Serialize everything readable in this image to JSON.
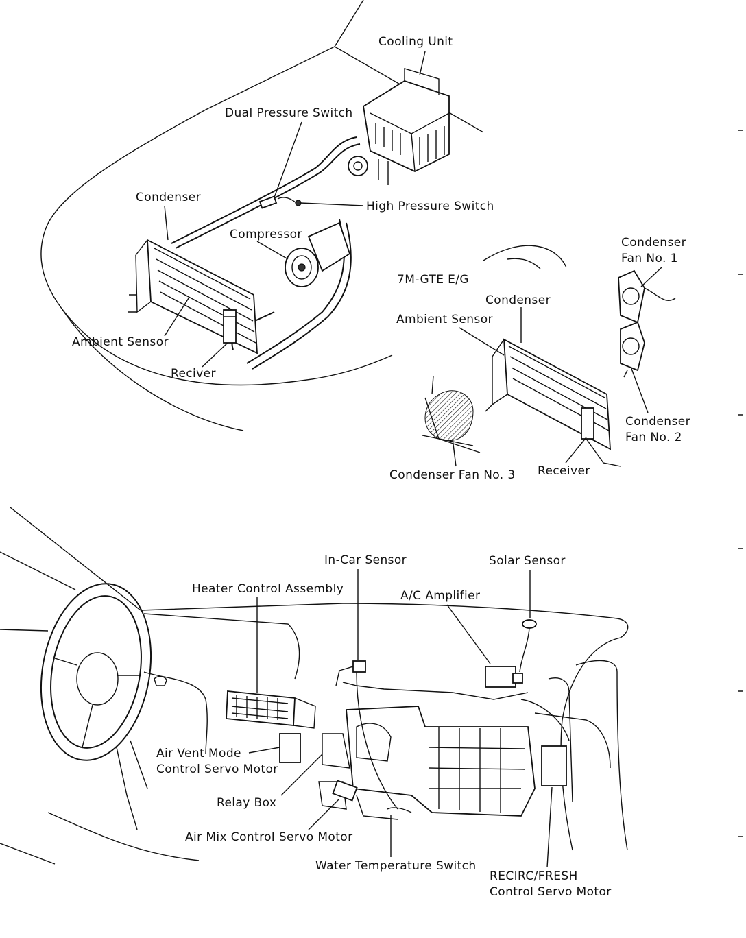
{
  "labels": {
    "cooling_unit": "Cooling Unit",
    "dual_pressure_switch": "Dual Pressure Switch",
    "high_pressure_switch": "High Pressure Switch",
    "condenser_main": "Condenser",
    "compressor": "Compressor",
    "ambient_sensor_main": "Ambient Sensor",
    "reciver": "Reciver",
    "engine_variant": "7M-GTE E/G",
    "condenser_variant": "Condenser",
    "ambient_sensor_variant": "Ambient Sensor",
    "condenser_fan_1_line1": "Condenser",
    "condenser_fan_1_line2": "Fan No. 1",
    "condenser_fan_2_line1": "Condenser",
    "condenser_fan_2_line2": "Fan No. 2",
    "condenser_fan_3": "Condenser Fan No. 3",
    "receiver": "Receiver",
    "in_car_sensor": "In-Car Sensor",
    "solar_sensor": "Solar Sensor",
    "heater_control_assembly": "Heater Control Assembly",
    "ac_amplifier": "A/C Amplifier",
    "air_vent_mode_line1": "Air Vent Mode",
    "air_vent_mode_line2": "Control Servo Motor",
    "relay_box": "Relay Box",
    "air_mix_servo": "Air Mix Control Servo Motor",
    "water_temp_switch": "Water Temperature Switch",
    "recirc_fresh_line1": "RECIRC/FRESH",
    "recirc_fresh_line2": "Control Servo Motor"
  }
}
